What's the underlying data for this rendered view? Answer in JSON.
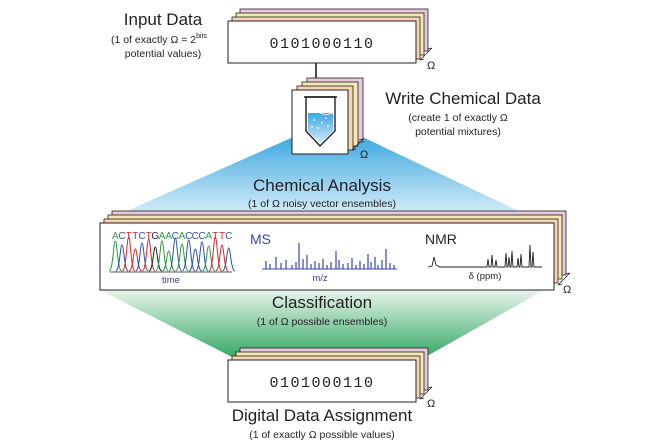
{
  "input": {
    "title": "Input Data",
    "subtitle_line1": "(1 of exactly Ω = 2",
    "subtitle_sup": "bits",
    "subtitle_line2": "potential values)",
    "bits": "0101000110",
    "omega": "Ω"
  },
  "write": {
    "title": "Write Chemical Data",
    "subtitle_line1": "(create 1 of exactly Ω",
    "subtitle_line2": "potential mixtures)",
    "omega": "Ω"
  },
  "analysis": {
    "title": "Chemical Analysis",
    "subtitle": "(1 of Ω noisy vector ensembles)",
    "omega": "Ω",
    "sequence": {
      "letters": [
        "A",
        "C",
        "T",
        "T",
        "C",
        "T",
        "G",
        "A",
        "A",
        "C",
        "A",
        "C",
        "C",
        "C",
        "A",
        "T",
        "T",
        "C"
      ],
      "xlabel": "time"
    },
    "ms": {
      "label": "MS",
      "xlabel": "m/z"
    },
    "nmr": {
      "label": "NMR",
      "xlabel": "δ (ppm)"
    }
  },
  "classification": {
    "title": "Classification",
    "subtitle": "(1 of Ω possible ensembles)"
  },
  "output": {
    "title": "Digital Data Assignment",
    "subtitle": "(1 of exactly Ω possible values)",
    "bits": "0101000110",
    "omega": "Ω"
  },
  "colors": {
    "stack_back": "#e7c8dd",
    "stack_mid": "#f2eab3",
    "stack_front": "#f5d4b4",
    "dna_A": "#2e9a45",
    "dna_C": "#2c55a5",
    "dna_T": "#d62a2a",
    "dna_G": "#222222",
    "ms_blue": "#3847a3",
    "axis_label_blue": "#2d3f96",
    "funnel_blue": "#3aa6df",
    "funnel_green": "#2fa55e"
  }
}
